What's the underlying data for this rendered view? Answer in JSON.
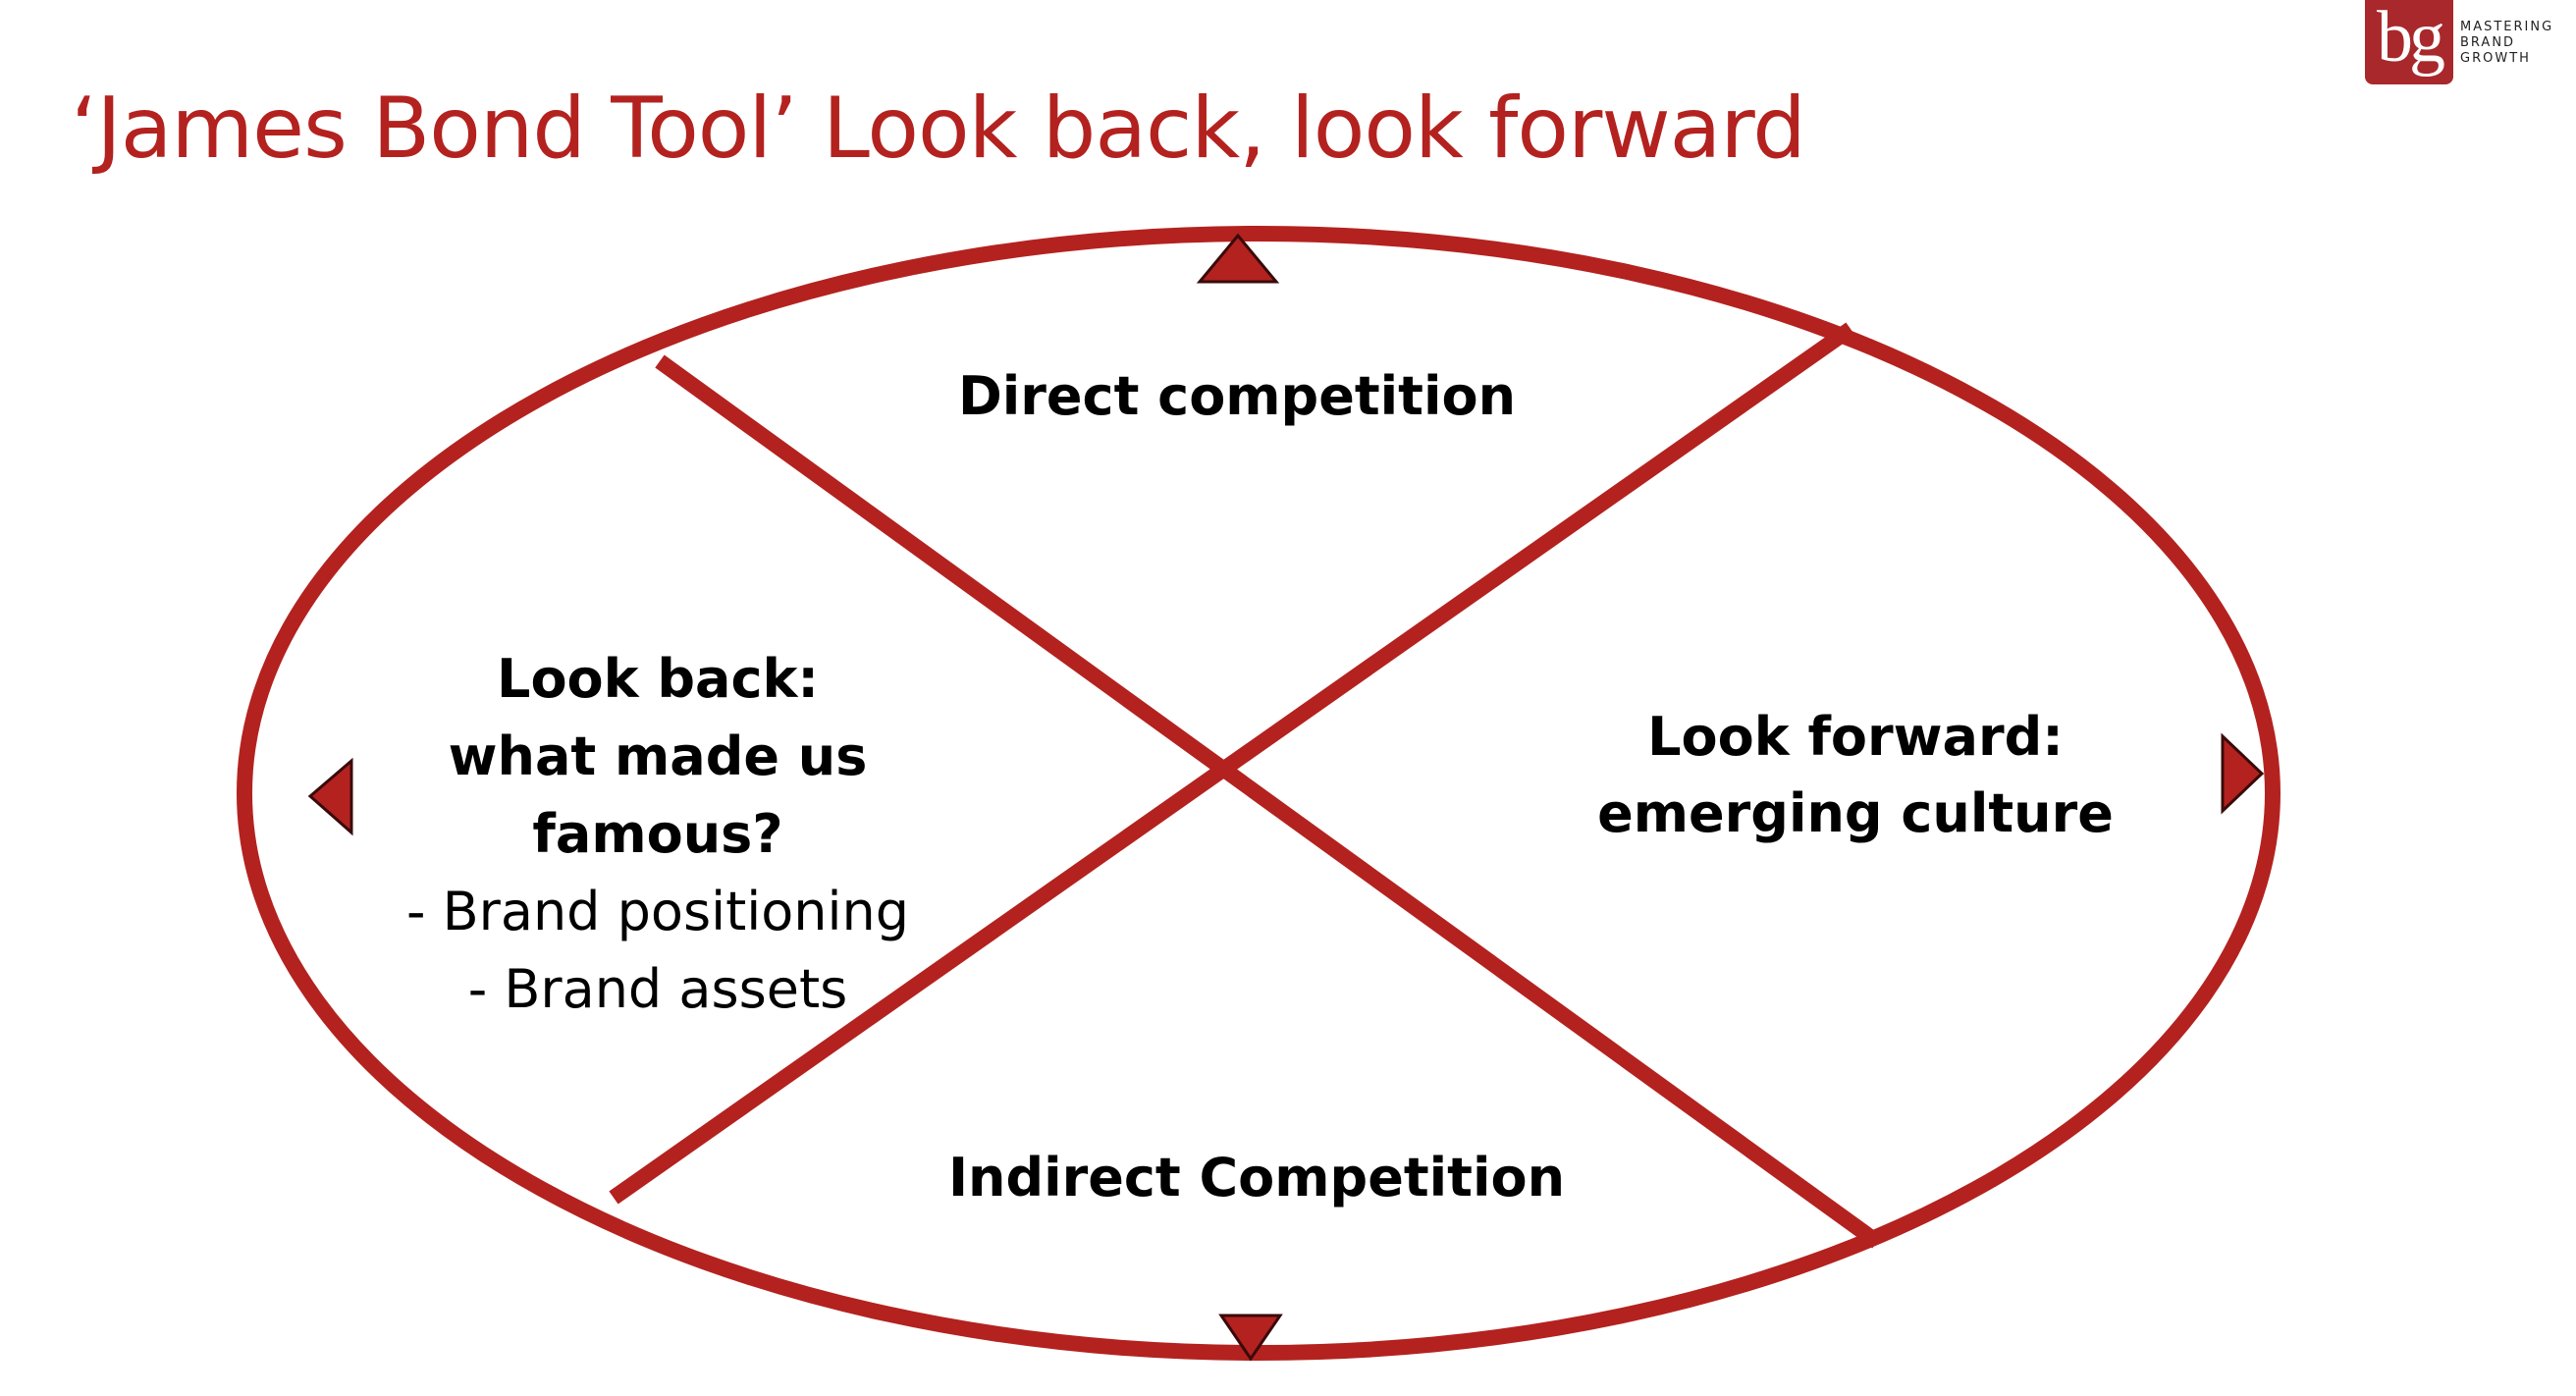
{
  "title": "‘James Bond Tool’ Look back, look forward",
  "logo": {
    "mark": "bg",
    "lines": [
      "MASTERING",
      "BRAND",
      "GROWTH"
    ]
  },
  "colors": {
    "accent": "#b3221f",
    "title": "#b3221f",
    "logo_bg": "#a8282b",
    "text": "#000000"
  },
  "quadrants": {
    "top": {
      "label": "Direct competition"
    },
    "bottom": {
      "label": "Indirect Competition"
    },
    "right": {
      "lines": [
        "Look forward:",
        "emerging culture"
      ]
    },
    "left": {
      "heading_lines": [
        "Look back:",
        "what made us",
        "famous?"
      ],
      "bullets": [
        "- Brand positioning",
        "- Brand assets"
      ]
    }
  },
  "arrows": [
    "arrow-up",
    "arrow-down",
    "arrow-left",
    "arrow-right"
  ]
}
